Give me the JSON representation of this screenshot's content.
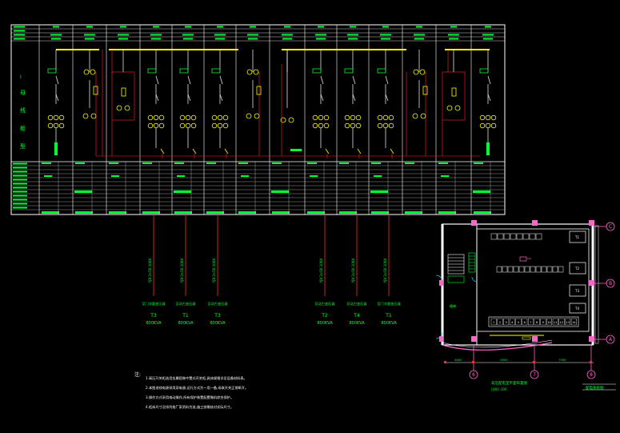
{
  "canvas_bg": "#000000",
  "colors": {
    "white": "#ffffff",
    "yellow": "#ffff00",
    "red": "#ff2a2a",
    "green": "#00ff33",
    "cyan": "#00e5ff",
    "magenta": "#ff66cc",
    "gray": "#9a9a9a"
  },
  "panel_columns": [
    "P1",
    "P2",
    "P3",
    "P4",
    "P5",
    "P6",
    "P7",
    "P8",
    "P9",
    "P10",
    "P11",
    "P12",
    "P13",
    "P14"
  ],
  "feeders": [
    {
      "id": "T3",
      "name": "T3",
      "rating": "800KVA",
      "note": "至门冷量变压器"
    },
    {
      "id": "T1",
      "name": "T1",
      "rating": "800KVA",
      "note": "至动力变压器"
    },
    {
      "id": "T3b",
      "name": "T3",
      "rating": "800KVA",
      "note": "至动力变压器"
    },
    {
      "id": "T2",
      "name": "T2",
      "rating": "800KVA",
      "note": "至动力变压器"
    },
    {
      "id": "T4",
      "name": "T4",
      "rating": "800KVA",
      "note": "至动力变压器"
    },
    {
      "id": "T1b",
      "name": "T1",
      "rating": "800KVA",
      "note": "至门冷量变压器"
    }
  ],
  "cable_label": "YJV-3×50-10KV",
  "notes": {
    "title": "注:",
    "lines": [
      "1.高压开关柜选用金属铠装中置式开关柜,具体规格详见设备材料表。",
      "2.本图进线电源采用双电源,运行方式为一用一备,母联开关正常断开。",
      "3.操作方式采用电动操作,所有保护装置配置微机综合保护。",
      "4.柜体尺寸及排列按厂家资料为准,施工前需核对实际尺寸。"
    ]
  },
  "room": {
    "axis_labels": [
      "C",
      "B",
      "A",
      "6",
      "7",
      "8"
    ],
    "cabinet_numbers": [
      "1",
      "2",
      "3",
      "4",
      "5",
      "6",
      "7",
      "8",
      "9",
      "10",
      "11",
      "12",
      "13",
      "14"
    ],
    "transformer_tags": [
      "T1",
      "T2",
      "T3",
      "T4"
    ],
    "dims": [
      "6000",
      "4500",
      "7500"
    ],
    "stair_label": "楼梯",
    "caption": "高压配电室平面布置图",
    "scale": "比例1:100",
    "title_block": "配电系统图"
  }
}
